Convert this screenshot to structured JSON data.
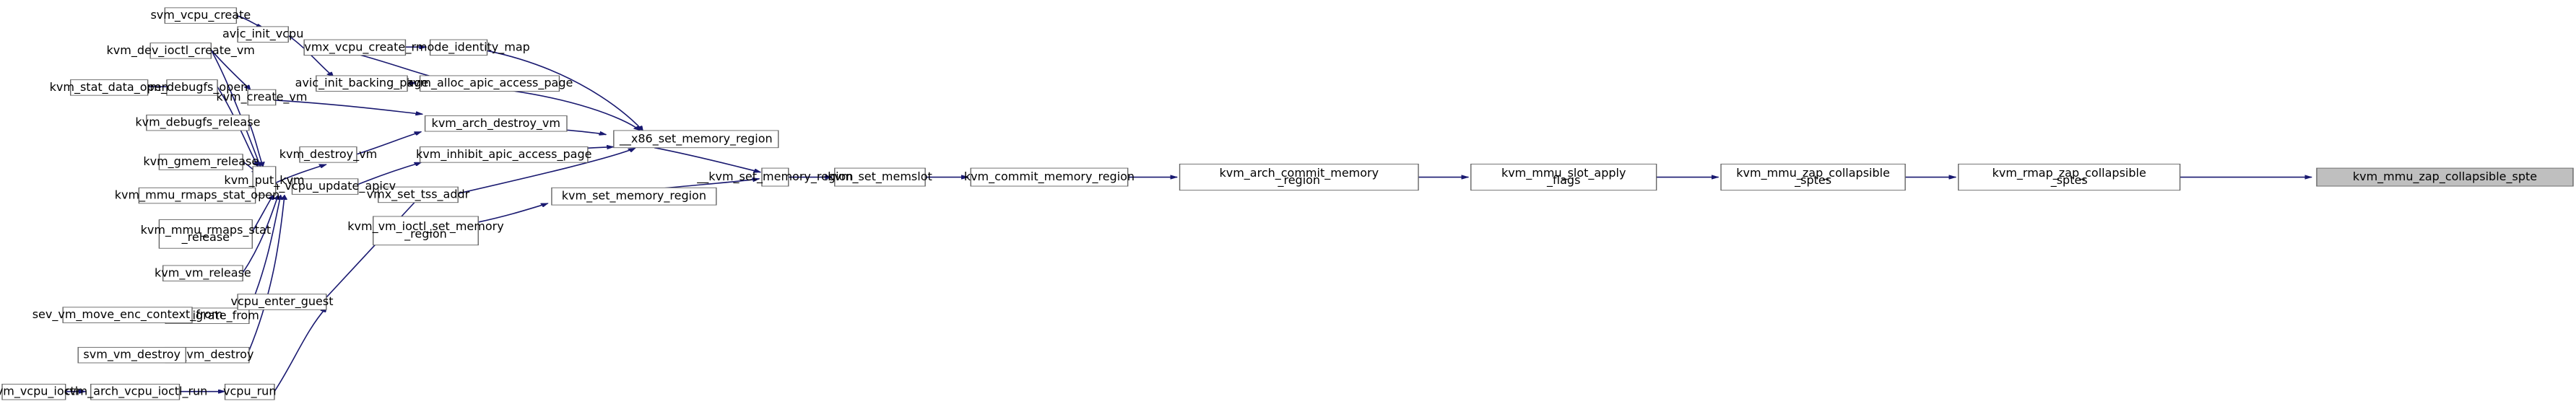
{
  "diagram": {
    "type": "call-graph",
    "colors": {
      "edge": "#191970",
      "node_border": "#666666",
      "root_fill": "#bfbfbf",
      "node_fill": "#ffffff"
    },
    "nodes": [
      {
        "id": "root",
        "lines": [
          "kvm_mmu_zap_collapsible_spte"
        ],
        "root": true
      },
      {
        "id": "rmap",
        "lines": [
          "kvm_rmap_zap_collapsible",
          "_sptes"
        ]
      },
      {
        "id": "mmuzap",
        "lines": [
          "kvm_mmu_zap_collapsible",
          "_sptes"
        ]
      },
      {
        "id": "slotflags",
        "lines": [
          "kvm_mmu_slot_apply",
          "_flags"
        ]
      },
      {
        "id": "archcommit",
        "lines": [
          "kvm_arch_commit_memory",
          "_region"
        ]
      },
      {
        "id": "commit",
        "lines": [
          "kvm_commit_memory_region"
        ]
      },
      {
        "id": "setmemslot",
        "lines": [
          "kvm_set_memslot"
        ]
      },
      {
        "id": "kvmsetmem_",
        "lines": [
          "__kvm_set_memory_region"
        ]
      },
      {
        "id": "x86set",
        "lines": [
          "__x86_set_memory_region"
        ]
      },
      {
        "id": "kvmsetmem",
        "lines": [
          "kvm_set_memory_region"
        ]
      },
      {
        "id": "ioctlsetmem",
        "lines": [
          "kvm_vm_ioctl_set_memory",
          "_region"
        ]
      },
      {
        "id": "initrmode",
        "lines": [
          "init_rmode_identity_map"
        ]
      },
      {
        "id": "allocapic",
        "lines": [
          "kvm_alloc_apic_access_page"
        ]
      },
      {
        "id": "archdestroy",
        "lines": [
          "kvm_arch_destroy_vm"
        ]
      },
      {
        "id": "inhibit",
        "lines": [
          "kvm_inhibit_apic_access_page"
        ]
      },
      {
        "id": "tssaddr",
        "lines": [
          "vmx_set_tss_addr"
        ]
      },
      {
        "id": "vmxvcpu",
        "lines": [
          "vmx_vcpu_create"
        ]
      },
      {
        "id": "avicbacking",
        "lines": [
          "avic_init_backing_page"
        ]
      },
      {
        "id": "avicvcpu",
        "lines": [
          "avic_init_vcpu"
        ]
      },
      {
        "id": "svmvcpu",
        "lines": [
          "svm_vcpu_create"
        ]
      },
      {
        "id": "destroyvm",
        "lines": [
          "kvm_destroy_vm"
        ]
      },
      {
        "id": "vcpuapicv",
        "lines": [
          "kvm_vcpu_update_apicv"
        ]
      },
      {
        "id": "putkvm",
        "lines": [
          "kvm_put_kvm"
        ]
      },
      {
        "id": "createvm",
        "lines": [
          "kvm_create_vm"
        ]
      },
      {
        "id": "devioctl",
        "lines": [
          "kvm_dev_ioctl_create_vm"
        ]
      },
      {
        "id": "debugfsopen",
        "lines": [
          "kvm_debugfs_open"
        ]
      },
      {
        "id": "statopen",
        "lines": [
          "kvm_stat_data_open"
        ]
      },
      {
        "id": "debugfsrel",
        "lines": [
          "kvm_debugfs_release"
        ]
      },
      {
        "id": "gmemrel",
        "lines": [
          "kvm_gmem_release"
        ]
      },
      {
        "id": "rmapsopen",
        "lines": [
          "kvm_mmu_rmaps_stat_open"
        ]
      },
      {
        "id": "rmapsrel",
        "lines": [
          "kvm_mmu_rmaps_stat",
          "_release"
        ]
      },
      {
        "id": "vmrel",
        "lines": [
          "kvm_vm_release"
        ]
      },
      {
        "id": "sevmig",
        "lines": [
          "sev_migrate_from"
        ]
      },
      {
        "id": "sevmove",
        "lines": [
          "sev_vm_move_enc_context_from"
        ]
      },
      {
        "id": "sevdestroy",
        "lines": [
          "sev_vm_destroy"
        ]
      },
      {
        "id": "svmdestroy",
        "lines": [
          "svm_vm_destroy"
        ]
      },
      {
        "id": "vcpuguest",
        "lines": [
          "vcpu_enter_guest"
        ]
      },
      {
        "id": "vcpurun",
        "lines": [
          "vcpu_run"
        ]
      },
      {
        "id": "archioctlrun",
        "lines": [
          "kvm_arch_vcpu_ioctl_run"
        ]
      },
      {
        "id": "vcpuioctl",
        "lines": [
          "kvm_vcpu_ioctl"
        ]
      }
    ]
  }
}
